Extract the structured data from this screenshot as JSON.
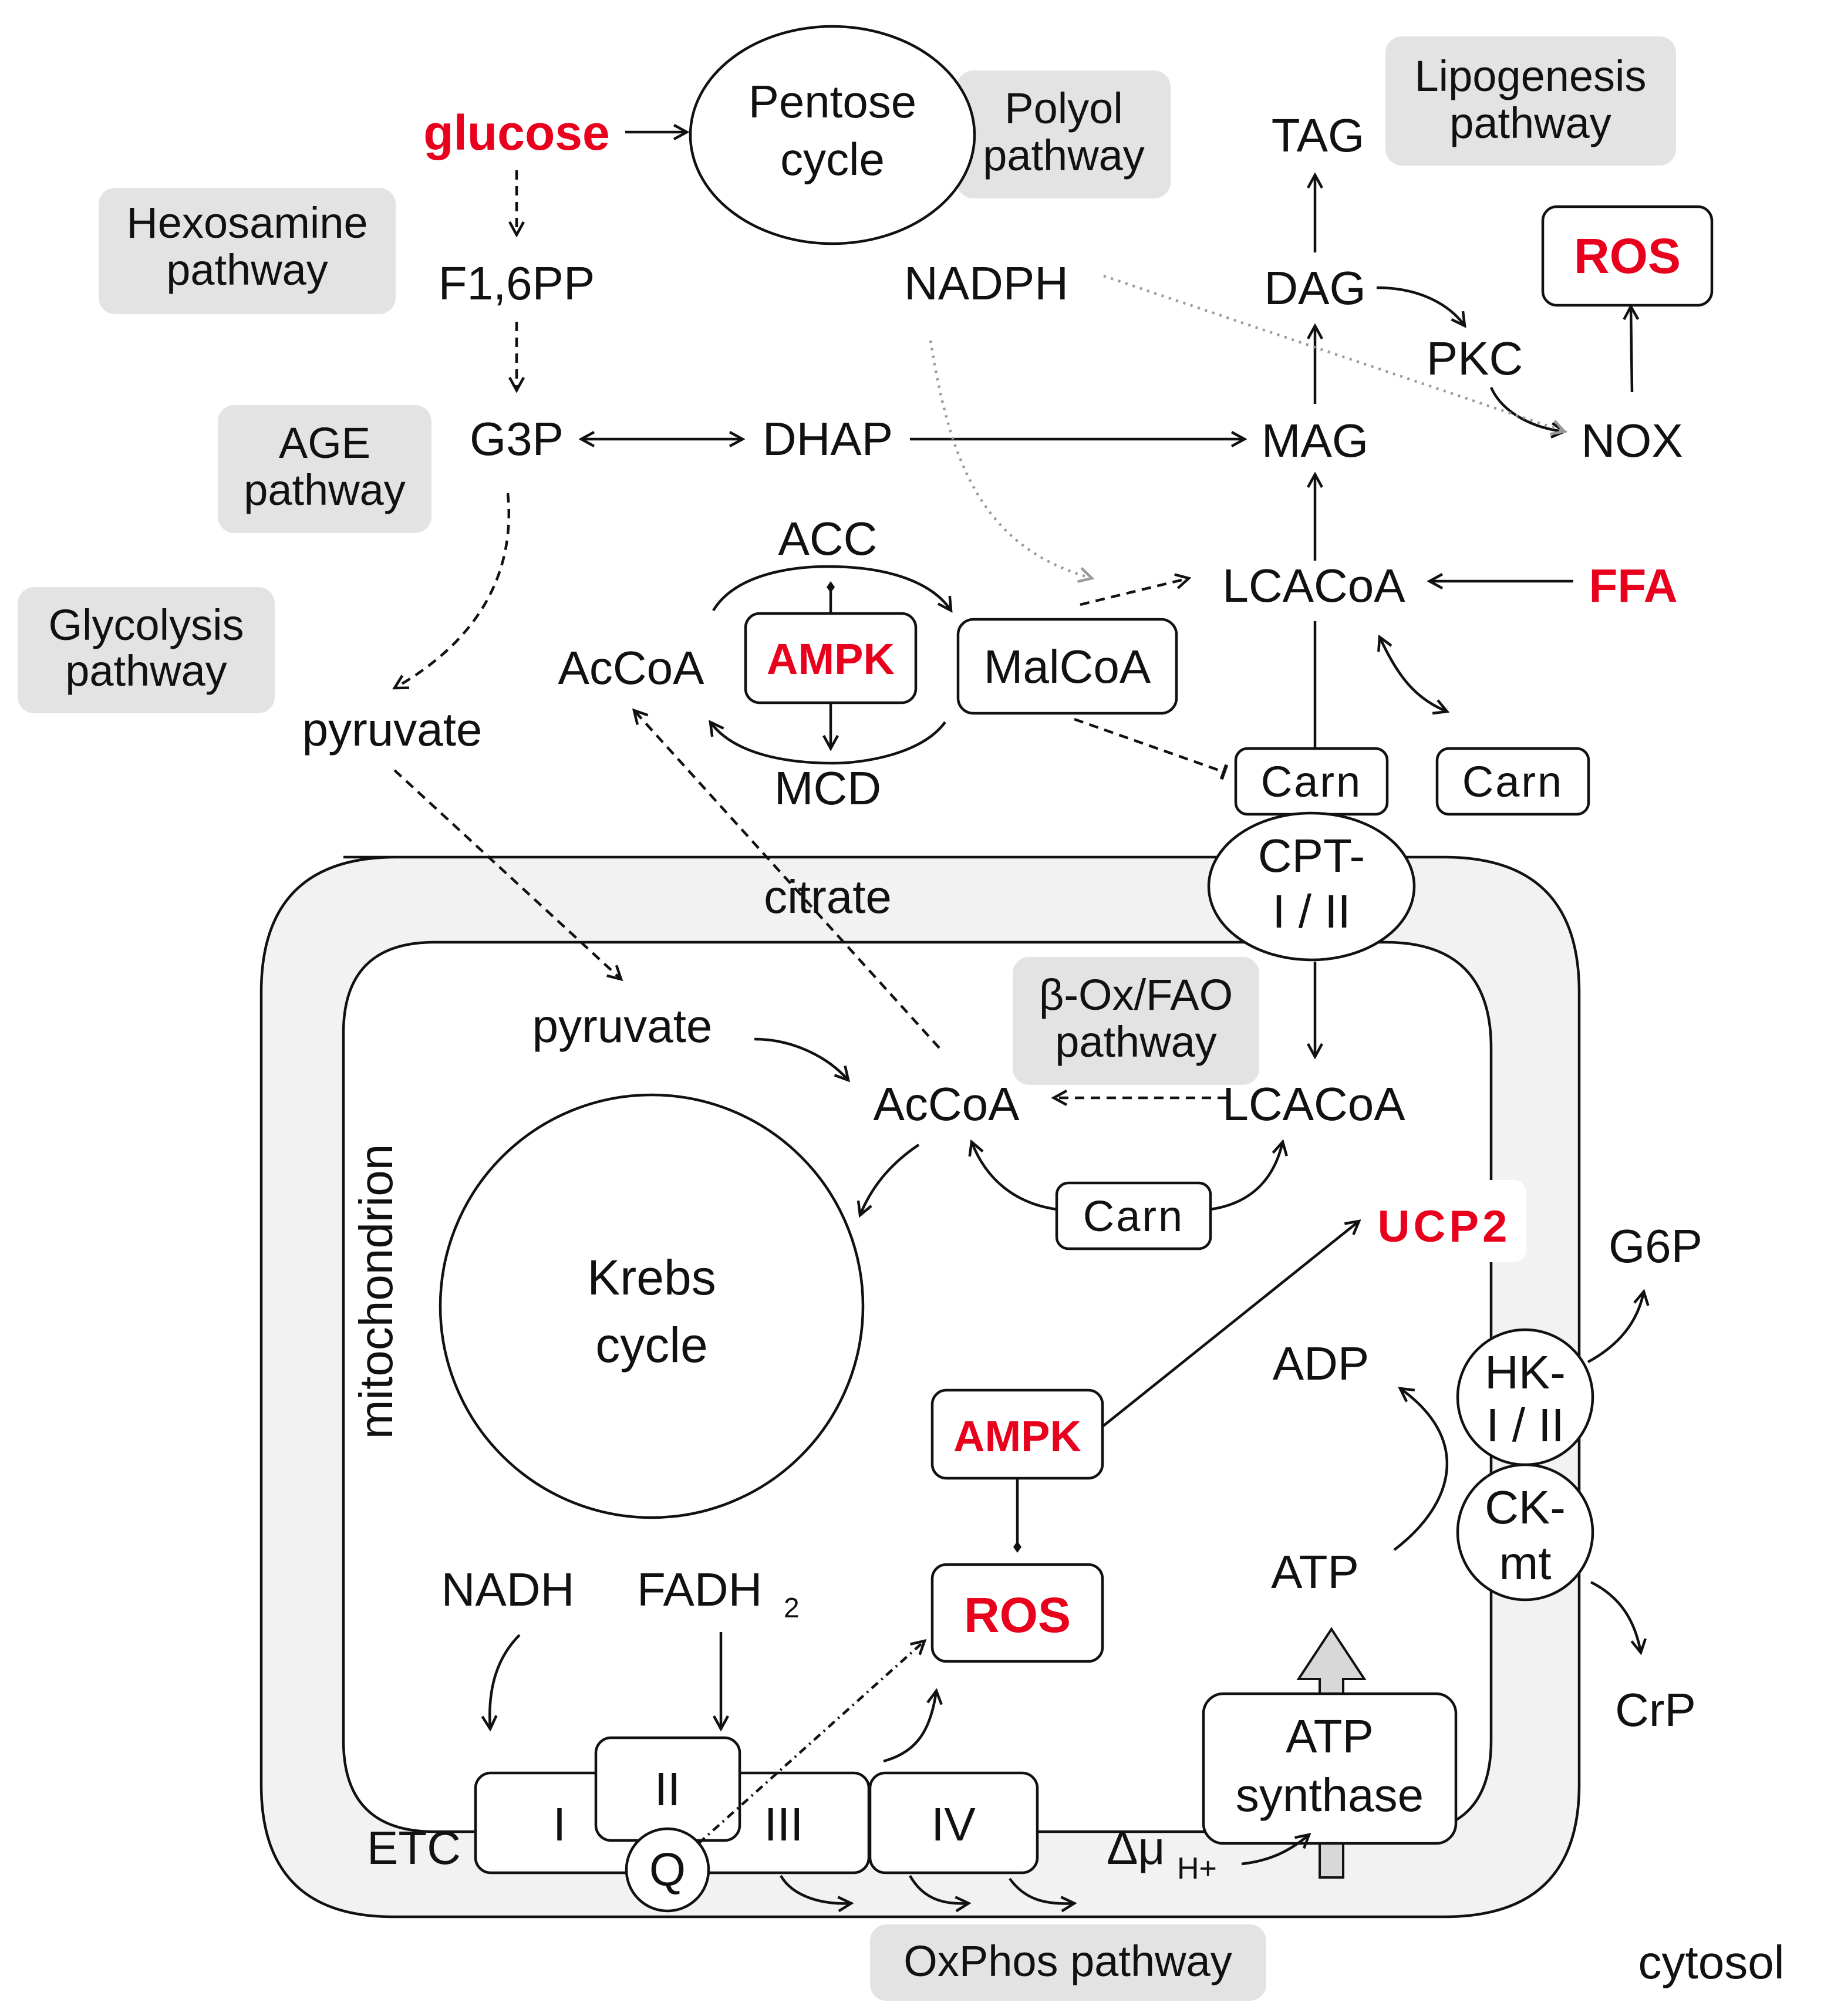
{
  "colors": {
    "highlight": "#e8001c",
    "pathway_bg": "#e3e3e3",
    "membrane_bg": "#f2f2f2",
    "ink": "#111111"
  },
  "pathways": {
    "hexosamine": [
      "Hexosamine",
      "pathway"
    ],
    "age": [
      "AGE",
      "pathway"
    ],
    "glycolysis": [
      "Glycolysis",
      "pathway"
    ],
    "polyol": [
      "Polyol",
      "pathway"
    ],
    "lipogenesis": [
      "Lipogenesis",
      "pathway"
    ],
    "beta_ox": [
      "β-Ox/FAO",
      "pathway"
    ],
    "oxphos": "OxPhos pathway"
  },
  "pentose": [
    "Pentose",
    "cycle"
  ],
  "krebs": [
    "Krebs",
    "cycle"
  ],
  "metabolites": {
    "glucose": "glucose",
    "f16pp": "F1,6PP",
    "g3p": "G3P",
    "dhap": "DHAP",
    "pyruvate_cyto": "pyruvate",
    "nadph": "NADPH",
    "tag": "TAG",
    "dag": "DAG",
    "mag": "MAG",
    "pkc": "PKC",
    "nox": "NOX",
    "lcacoa_cyto": "LCACoA",
    "ffa": "FFA",
    "acc": "ACC",
    "mcd": "MCD",
    "accoa_cyto": "AcCoA",
    "citrate": "citrate",
    "pyruvate_mito": "pyruvate",
    "accoa_mito": "AcCoA",
    "lcacoa_mito": "LCACoA",
    "adp": "ADP",
    "atp": "ATP",
    "g6p": "G6P",
    "crp": "CrP",
    "nadh": "NADH",
    "fadh2_base": "FADH",
    "fadh2_sub": "2",
    "etc": "ETC",
    "delta_mu": "Δμ",
    "delta_mu_sub": "H+"
  },
  "boxes": {
    "ros_top": "ROS",
    "ampk_top": "AMPK",
    "malcoa": "MalCoA",
    "carn_mem": "Carn",
    "carn_free": "Carn",
    "carn_mito": "Carn",
    "ucp2": "UCP2",
    "ampk_mito": "AMPK",
    "ros_mito": "ROS",
    "atp_synthase": [
      "ATP",
      "synthase"
    ],
    "complex_i": "I",
    "complex_ii": "II",
    "complex_iii": "III",
    "complex_iv": "IV",
    "q": "Q"
  },
  "transporters": {
    "cpt": [
      "CPT-",
      "I / II"
    ],
    "hk": [
      "HK-",
      "I / II"
    ],
    "ckmt": [
      "CK-",
      "mt"
    ]
  },
  "compartments": {
    "mitochondrion": "mitochondrion",
    "cytosol": "cytosol"
  }
}
